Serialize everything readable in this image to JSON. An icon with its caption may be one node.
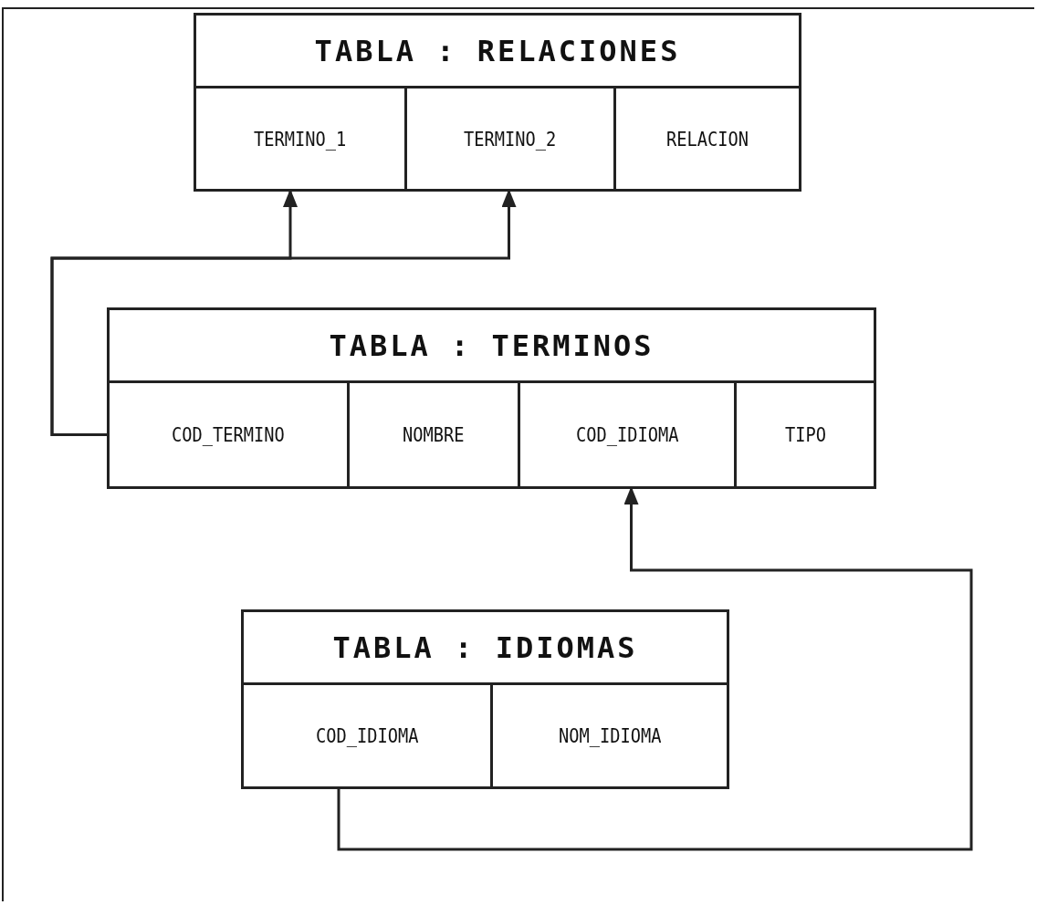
{
  "diagram": {
    "nodes": [
      {
        "text": [
          "TABLA : RELACIONES"
        ]
      },
      {
        "text": [
          "TERMINO_1"
        ],
        "in": 0
      },
      {
        "text": [
          "TERMINO_2"
        ],
        "in": 0
      },
      {
        "text": [
          "RELACION"
        ],
        "in": 0
      },
      {
        "text": [
          "TABLA : TERMINOS"
        ]
      },
      {
        "text": [
          "COD_TERMINO"
        ],
        "in": 4
      },
      {
        "text": [
          "NOMBRE"
        ],
        "in": 4
      },
      {
        "text": [
          "COD_IDIOMA"
        ],
        "in": 4
      },
      {
        "text": [
          "TIPO"
        ],
        "in": 4
      },
      {
        "text": [
          "TABLA : IDIOMAS"
        ]
      },
      {
        "text": [
          "COD_IDIOMA"
        ],
        "in": 9
      },
      {
        "text": [
          "NOM_IDIOMA"
        ],
        "in": 9
      }
    ],
    "edges": [
      {
        "from": 5,
        "to": 1,
        "arrow": "to"
      },
      {
        "from": 5,
        "to": 2,
        "arrow": "to"
      },
      {
        "from": 10,
        "to": 7,
        "arrow": "to"
      }
    ]
  }
}
